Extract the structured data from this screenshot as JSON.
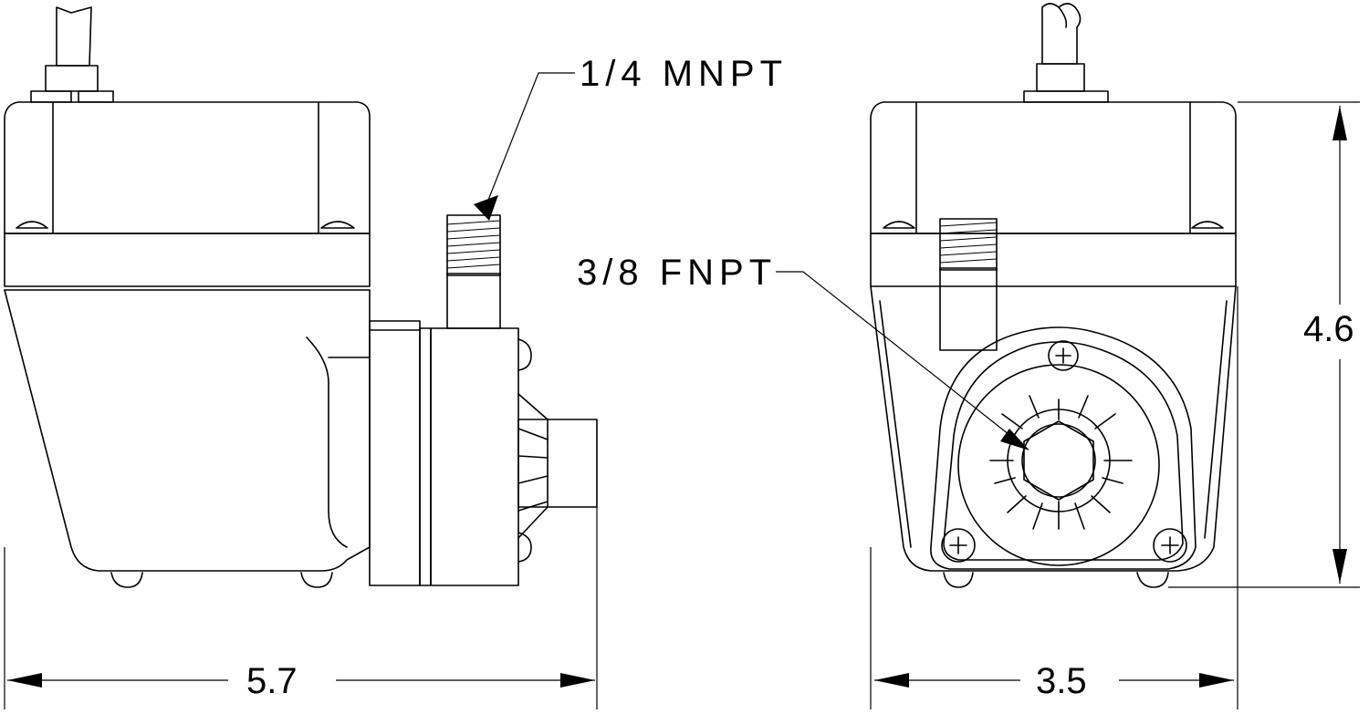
{
  "callouts": {
    "mnpt": "1/4 MNPT",
    "fnpt": "3/8 FNPT"
  },
  "dimensions": {
    "width_side": "5.7",
    "width_front": "3.5",
    "height_front": "4.6"
  },
  "colors": {
    "line": "#000000",
    "background": "#ffffff"
  }
}
